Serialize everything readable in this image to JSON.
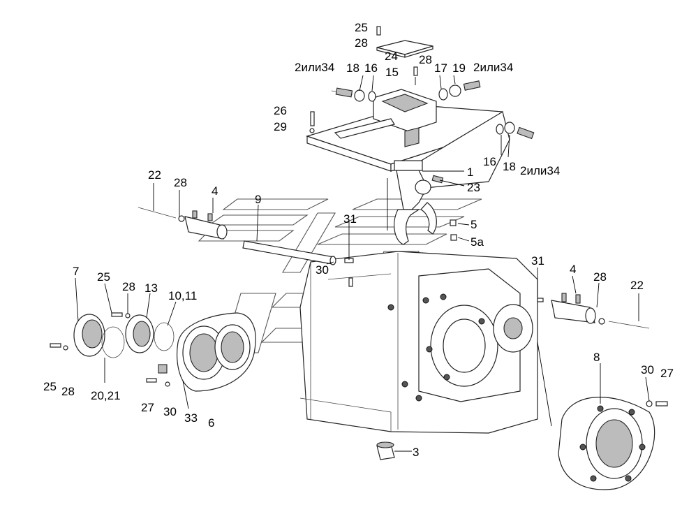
{
  "labels": {
    "l25_top": "25",
    "l28_top": "28",
    "l24": "24",
    "l28_b": "28",
    "l2ili34_left": "2или34",
    "l18_left": "18",
    "l16_left": "16",
    "l15": "15",
    "l17": "17",
    "l19": "19",
    "l2ili34_right": "2или34",
    "l26": "26",
    "l29": "29",
    "l16_right": "16",
    "l18_right": "18",
    "l2ili34_br": "2или34",
    "l1": "1",
    "l23": "23",
    "l22_left": "22",
    "l28_left": "28",
    "l4_left": "4",
    "l9": "9",
    "l31_top": "31",
    "l5": "5",
    "l5a": "5а",
    "l30_mid": "30",
    "l7": "7",
    "l25_left": "25",
    "l28_mid": "28",
    "l13": "13",
    "l10_11": "10,11",
    "l25_bot": "25",
    "l28_bot": "28",
    "l20_21": "20,21",
    "l27_left": "27",
    "l30_left": "30",
    "l33": "33",
    "l6": "6",
    "l31_right": "31",
    "l4_right": "4",
    "l28_right": "28",
    "l22_right": "22",
    "l8": "8",
    "l30_right": "30",
    "l27_right": "27",
    "l3": "3"
  }
}
